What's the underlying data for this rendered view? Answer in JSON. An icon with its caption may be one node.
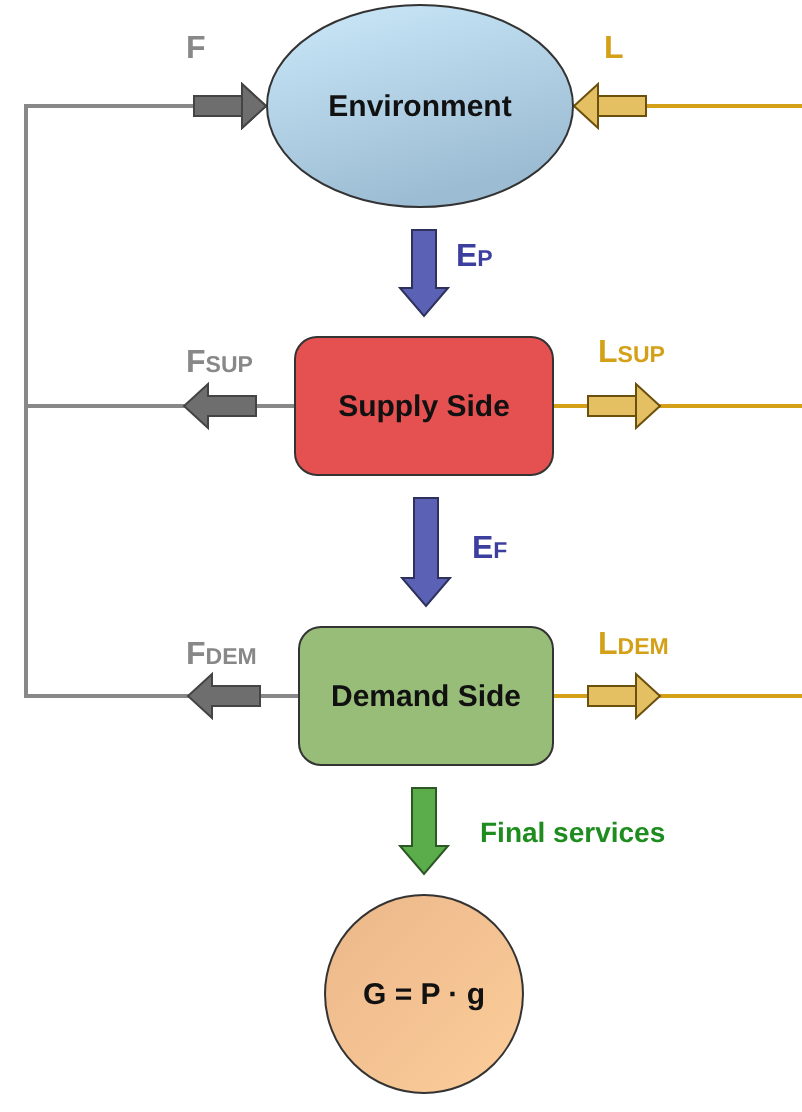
{
  "diagram": {
    "nodes": [
      {
        "text": [
          "Environment"
        ]
      },
      {
        "text": [
          "Supply Side"
        ]
      },
      {
        "text": [
          "Demand Side"
        ]
      },
      {
        "text": [
          "G = P · g"
        ]
      }
    ],
    "edges": [
      {
        "from": 0,
        "to": 1,
        "arrow": "to",
        "label": "E$_{P}$",
        "style": "thick",
        "color": "#5b61b5"
      },
      {
        "from": 1,
        "to": 2,
        "arrow": "to",
        "label": "E$_{F}$",
        "style": "thick",
        "color": "#5b61b5"
      },
      {
        "from": 2,
        "to": 3,
        "arrow": "to",
        "label": "Final services",
        "style": "thick",
        "color": "#5aad4a"
      },
      {
        "from": 1,
        "to": 0,
        "arrow": "to",
        "label": "F$_{SUP}$",
        "color": "#888888"
      },
      {
        "from": 2,
        "to": 0,
        "arrow": "to",
        "label": "F$_{DEM}$",
        "color": "#888888"
      },
      {
        "from": null,
        "to": 0,
        "arrow": "to",
        "label": "L",
        "color": "#d4a017"
      },
      {
        "from": 1,
        "to": null,
        "arrow": "to",
        "label": "L$_{SUP}$",
        "color": "#d4a017"
      },
      {
        "from": 2,
        "to": null,
        "arrow": "to",
        "label": "L$_{DEM}$",
        "color": "#d4a017"
      }
    ],
    "labels": [
      "F"
    ]
  }
}
